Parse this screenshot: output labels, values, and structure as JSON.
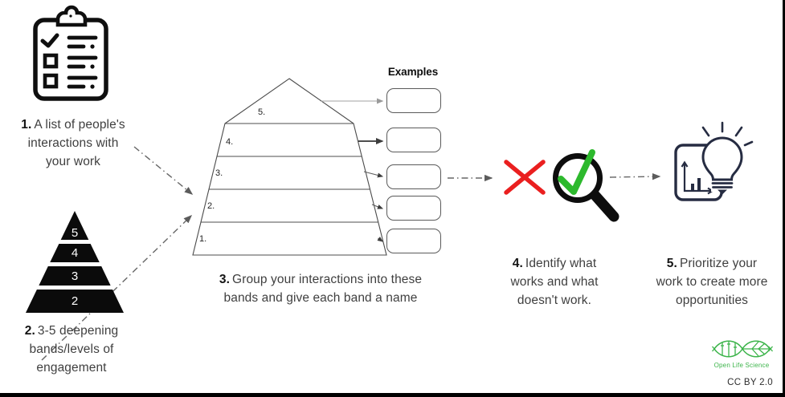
{
  "step1": {
    "num": "1.",
    "lines": [
      "A list of people's",
      "interactions with",
      "your work"
    ],
    "icon": "clipboard-checklist-icon"
  },
  "step2": {
    "num": "2.",
    "lines": [
      "3-5 deepening",
      "bands/levels of",
      "engagement"
    ],
    "pyramid_levels": [
      "5",
      "4",
      "3",
      "2"
    ],
    "icon": "pyramid-levels-icon"
  },
  "step3": {
    "num": "3.",
    "lines": [
      "Group your interactions into these",
      "bands and give each band a name"
    ],
    "pyramid_band_labels": [
      "5.",
      "4.",
      "3.",
      "2.",
      "1."
    ],
    "examples_title": "Examples",
    "example_boxes": [
      "",
      "",
      "",
      "",
      ""
    ]
  },
  "step4": {
    "num": "4.",
    "lines": [
      "Identify what",
      "works and what",
      "doesn't work."
    ],
    "icons": [
      "red-cross-icon",
      "magnifier-check-icon"
    ]
  },
  "step5": {
    "num": "5.",
    "lines": [
      "Prioritize your",
      "work to create more",
      "opportunities"
    ],
    "icon": "lightbulb-chart-icon"
  },
  "footer": {
    "logo_text": "Open Life Science",
    "license": "CC BY 2.0"
  },
  "colors": {
    "cross_red": "#ea1f1f",
    "check_green": "#2db92d",
    "bulb_navy": "#262c42",
    "logo_green": "#3cb44a",
    "ink": "#111111",
    "caption_text": "#3f3f3f"
  }
}
